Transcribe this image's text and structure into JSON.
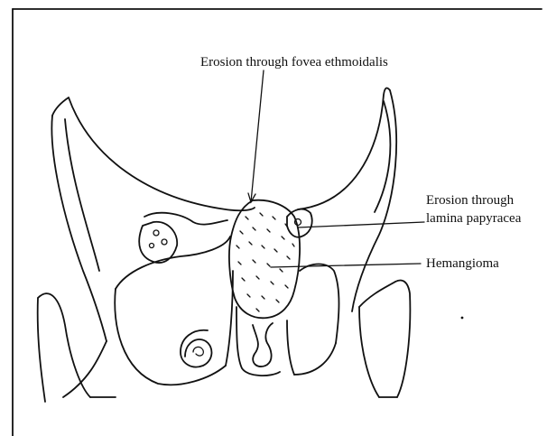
{
  "figure": {
    "labels": {
      "fovea": "Erosion through fovea ethmoidalis",
      "lamina_line1": "Erosion through",
      "lamina_line2": "lamina papyracea",
      "hemangioma": "Hemangioma"
    }
  }
}
